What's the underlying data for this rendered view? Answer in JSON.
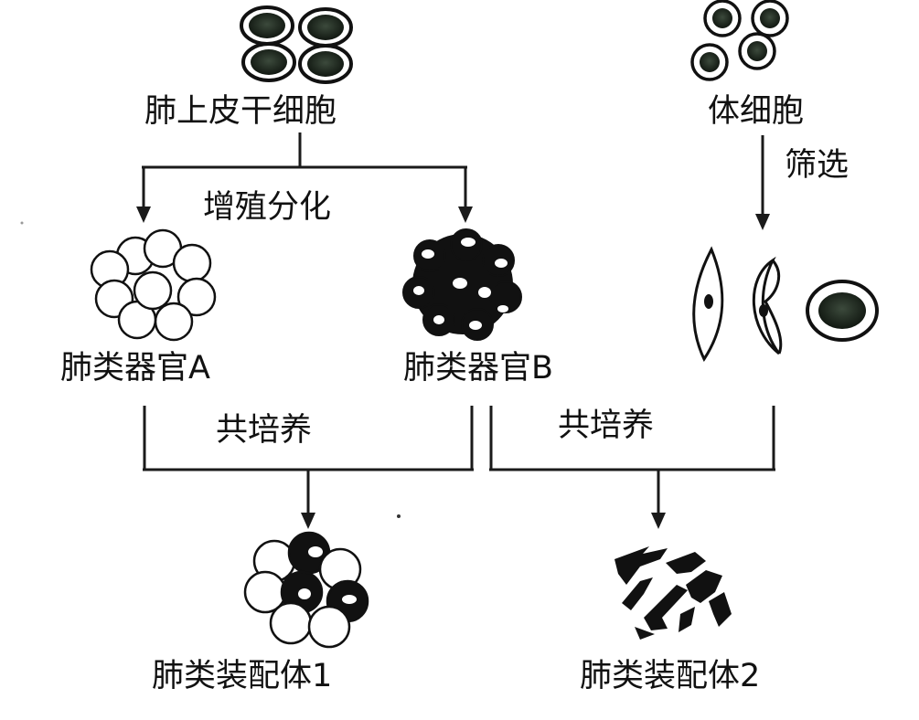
{
  "labels": {
    "lung_epithelial_stem_cell": "肺上皮干细胞",
    "somatic_cell": "体细胞",
    "screening": "筛选",
    "proliferation_differentiation": "增殖分化",
    "lung_organoid_a": "肺类器官A",
    "lung_organoid_b": "肺类器官B",
    "coculture_left": "共培养",
    "coculture_right": "共培养",
    "lung_assembloid_1": "肺类装配体1",
    "lung_assembloid_2": "肺类装配体2"
  }
}
